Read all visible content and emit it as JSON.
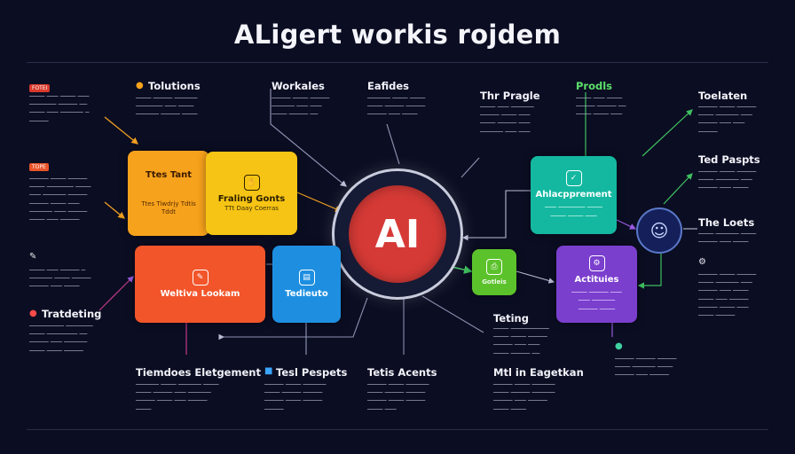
{
  "title": "ALigert workis rojdem",
  "hub": {
    "label": "AI"
  },
  "colors": {
    "background": "#0b0d22",
    "hub_red": "#d63a36",
    "orange": "#f7a21c",
    "yellow": "#f6c414",
    "red_orange": "#f2552a",
    "blue": "#1e8fe0",
    "teal": "#14b8a0",
    "green": "#5cc22c",
    "purple": "#7b3fce",
    "navy_node": "#15205a"
  },
  "labels": {
    "tolutions": "Tolutions",
    "workales": "Workales",
    "eafides": "Eafides",
    "the_pragle": "Thr Pragle",
    "prodls": "Prodls",
    "toelaten": "Toelaten",
    "ted_paspts": "Ted Paspts",
    "the_loets": "The Loets",
    "trategring": "Tratdeting",
    "teting": "Teting",
    "tiemdoes": "Tiemdoes Eletgement",
    "tesl_pespets": "Tesl Pespets",
    "tetis_acents": "Tetis Acents",
    "mtl_eagetkan": "Mtl in Eagetkan"
  },
  "badges": {
    "top_left": "FOTEI",
    "mid_left": "TOPE"
  },
  "boxes": {
    "orange_title": "Ttes Tant",
    "orange_sub": "Ttes Tiwdrjy Tdtis Tddt",
    "yellow_title": "Fraling Gonts",
    "yellow_sub": "TTt Daay Coerras",
    "red_title": "Weltiva Lookam",
    "blue_title": "Tedieuto",
    "teal_title": "Ahlacpprement",
    "green_title": "Gotleis",
    "purple_title": "Actituies"
  }
}
